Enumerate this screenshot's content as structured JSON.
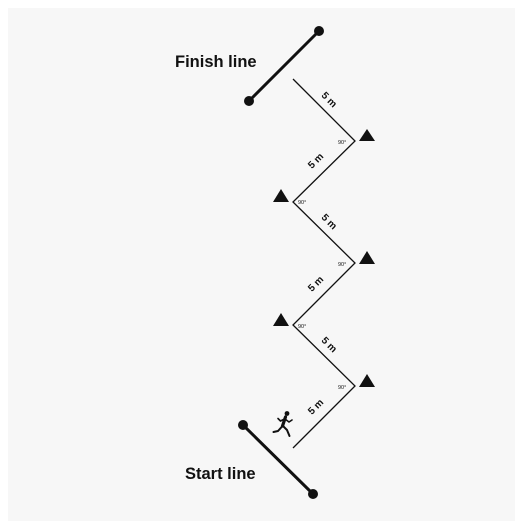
{
  "labels": {
    "finish": "Finish line",
    "start": "Start line"
  },
  "segments": [
    {
      "distance": "5 m"
    },
    {
      "distance": "5 m"
    },
    {
      "distance": "5 m"
    },
    {
      "distance": "5 m"
    },
    {
      "distance": "5 m"
    },
    {
      "distance": "5 m"
    }
  ],
  "turns": [
    {
      "angle": "90°"
    },
    {
      "angle": "90°"
    },
    {
      "angle": "90°"
    },
    {
      "angle": "90°"
    },
    {
      "angle": "90°"
    }
  ],
  "icons": {
    "cone": "triangle-cone-icon",
    "runner": "runner-icon",
    "line_endpoint": "dot"
  },
  "colors": {
    "line": "#111111",
    "panel": "#f7f7f7",
    "background": "#ffffff"
  }
}
